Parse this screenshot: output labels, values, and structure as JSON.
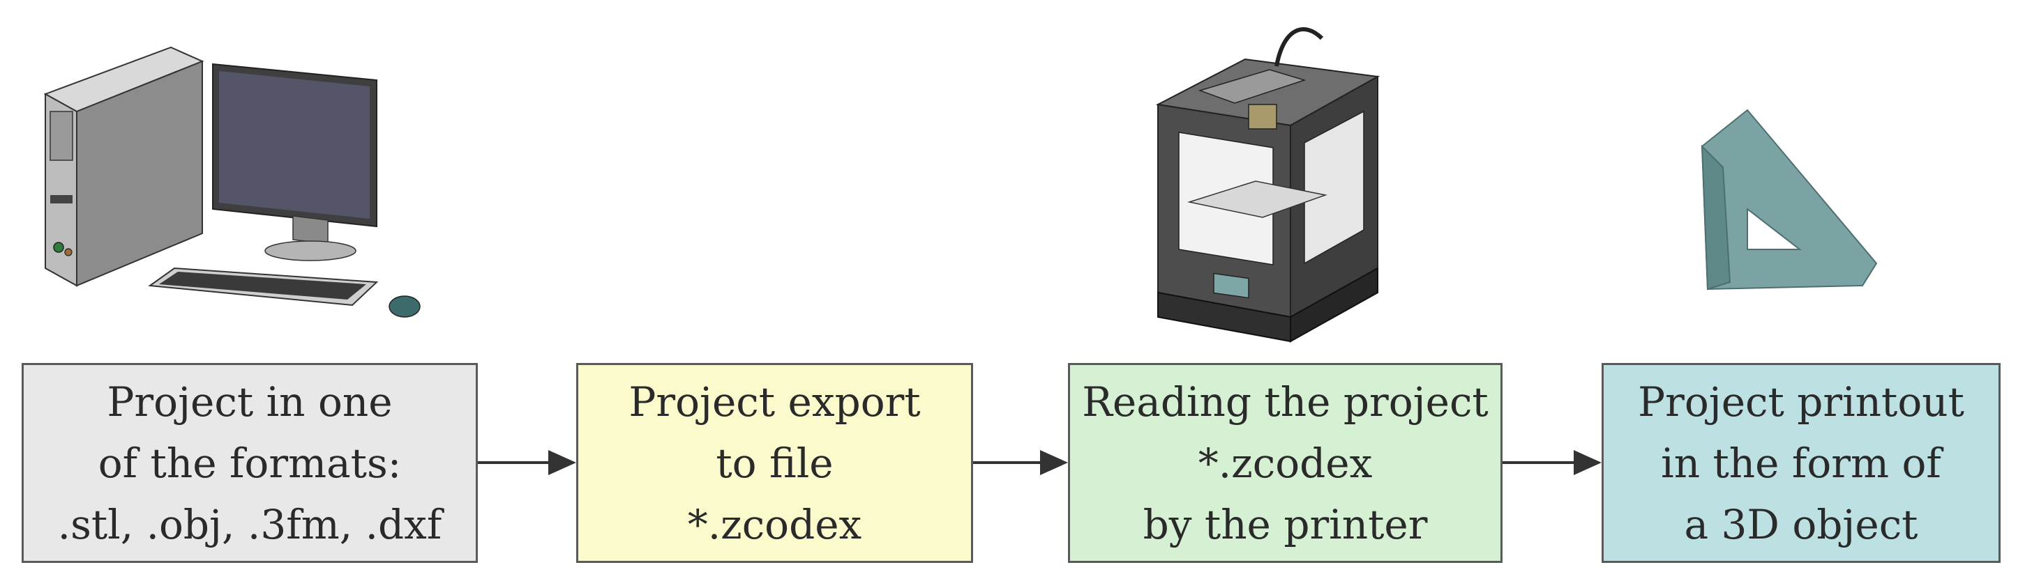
{
  "steps": [
    {
      "lines": [
        "Project in one",
        "of the formats:",
        ".stl, .obj, .3fm, .dxf"
      ],
      "fill": "#e8e8e8"
    },
    {
      "lines": [
        "Project export",
        "to file",
        "*.zcodex"
      ],
      "fill": "#fbfacc"
    },
    {
      "lines": [
        "Reading the project",
        "*.zcodex",
        "by the printer"
      ],
      "fill": "#d5f0d3"
    },
    {
      "lines": [
        "Project printout",
        "in the form of",
        "a 3D object"
      ],
      "fill": "#bde0e2"
    }
  ],
  "illustrations": [
    "desktop-computer-icon",
    "3d-printer-icon",
    "triangle-object-icon"
  ],
  "colors": {
    "border": "#5a5a5a",
    "arrow": "#333333",
    "object": "#6f9797"
  }
}
